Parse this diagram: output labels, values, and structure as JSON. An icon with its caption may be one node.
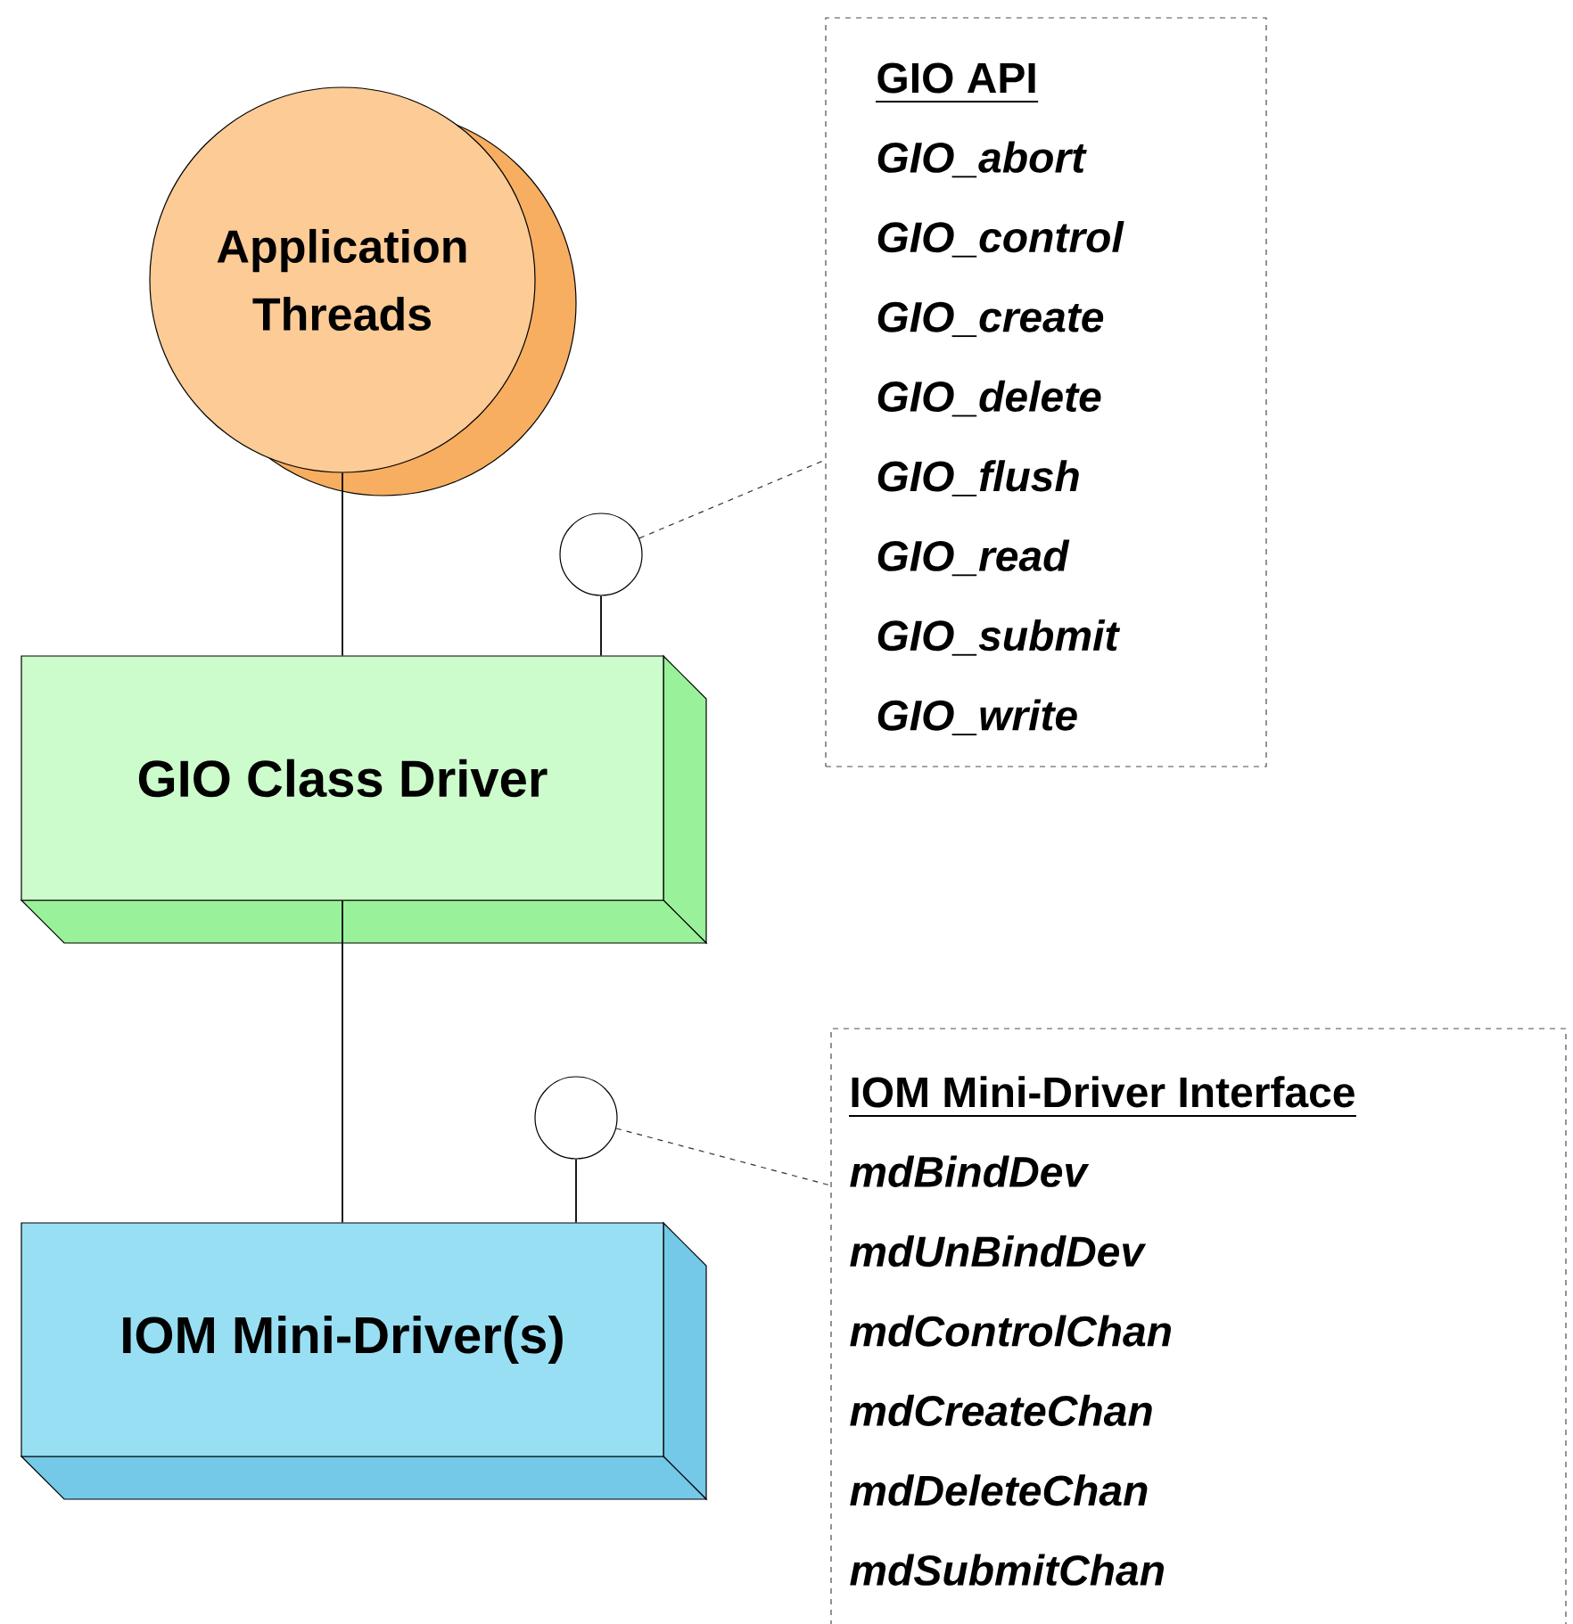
{
  "diagram": {
    "nodes": [
      {
        "text": [
          "Application Threads"
        ]
      },
      {
        "text": [
          "GIO Class Driver"
        ]
      },
      {
        "text": [
          "IOM Mini-Driver(s)"
        ]
      },
      {
        "text": [],
        "shape": "circle"
      },
      {
        "text": [
          "GIO API",
          "GIO_abort",
          "GIO_control",
          "GIO_create",
          "GIO_delete",
          "GIO_flush",
          "GIO_read",
          "GIO_submit",
          "GIO_write"
        ]
      },
      {
        "text": [],
        "shape": "circle"
      },
      {
        "text": [
          "IOM Mini-Driver Interface",
          "mdBindDev",
          "mdUnBindDev",
          "mdControlChan",
          "mdCreateChan",
          "mdDeleteChan",
          "mdSubmitChan"
        ]
      }
    ],
    "edges": [
      {
        "from": 0,
        "to": 1,
        "arrow": "none"
      },
      {
        "from": 1,
        "to": 2,
        "arrow": "none"
      },
      {
        "from": 3,
        "to": 1,
        "arrow": "none"
      },
      {
        "from": 3,
        "to": 4,
        "arrow": "none",
        "style": "dashed"
      },
      {
        "from": 5,
        "to": 2,
        "arrow": "none"
      },
      {
        "from": 5,
        "to": 6,
        "arrow": "none",
        "style": "dashed"
      }
    ]
  }
}
